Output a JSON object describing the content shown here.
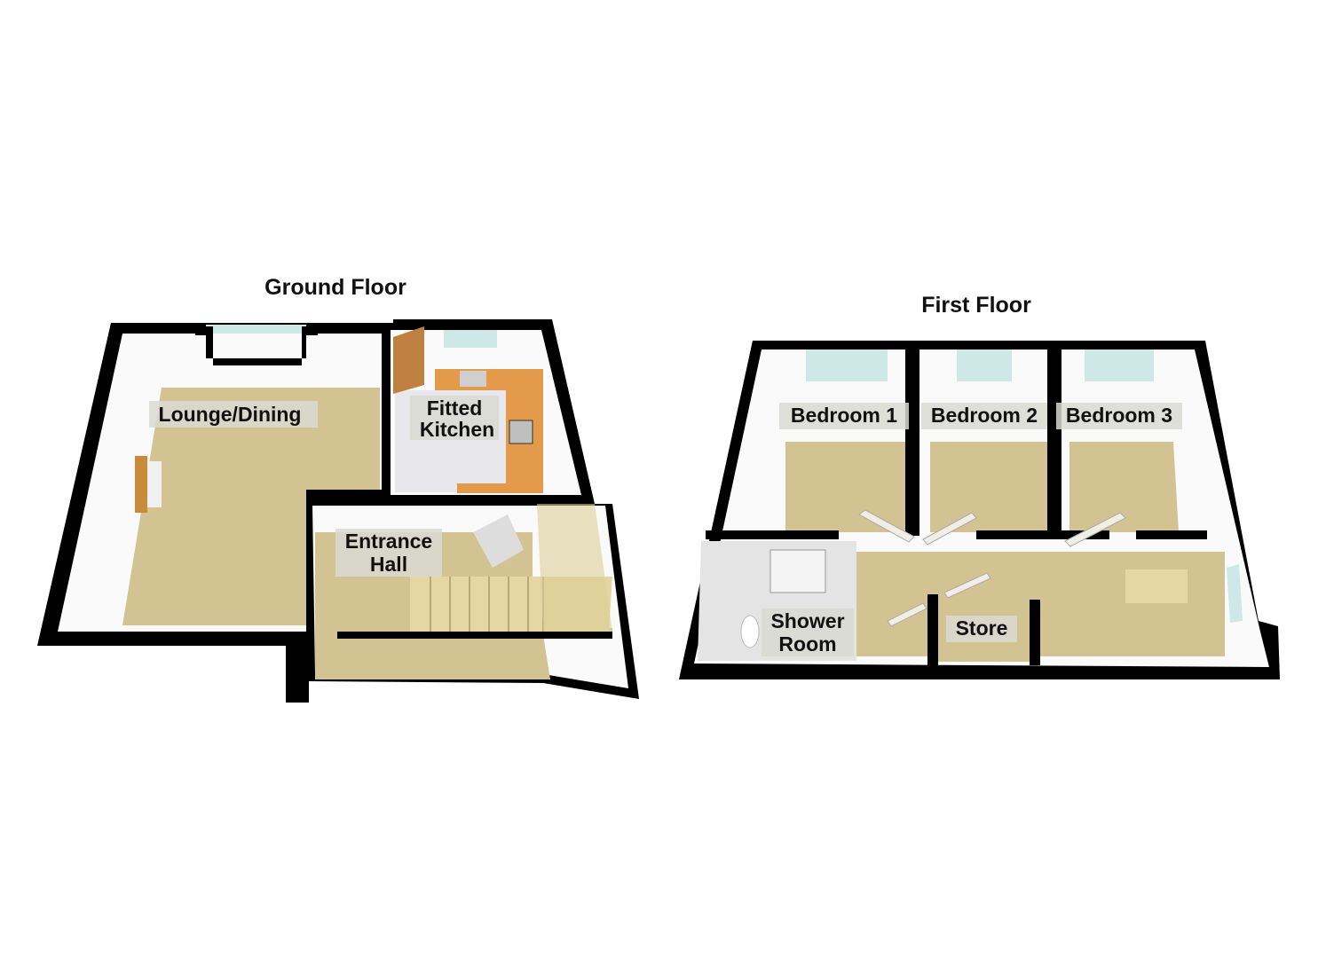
{
  "ground_floor": {
    "title": "Ground Floor",
    "rooms": {
      "lounge": {
        "line1": "Lounge/Dining"
      },
      "kitchen": {
        "line1": "Fitted",
        "line2": "Kitchen"
      },
      "hall": {
        "line1": "Entrance",
        "line2": "Hall"
      }
    }
  },
  "first_floor": {
    "title": "First Floor",
    "rooms": {
      "bedroom1": {
        "line1": "Bedroom 1"
      },
      "bedroom2": {
        "line1": "Bedroom 2"
      },
      "bedroom3": {
        "line1": "Bedroom 3"
      },
      "shower": {
        "line1": "Shower",
        "line2": "Room"
      },
      "store": {
        "line1": "Store"
      }
    }
  },
  "colors": {
    "floor": "#d3c393",
    "wall": "#000000",
    "counter": "#e39a4a"
  }
}
